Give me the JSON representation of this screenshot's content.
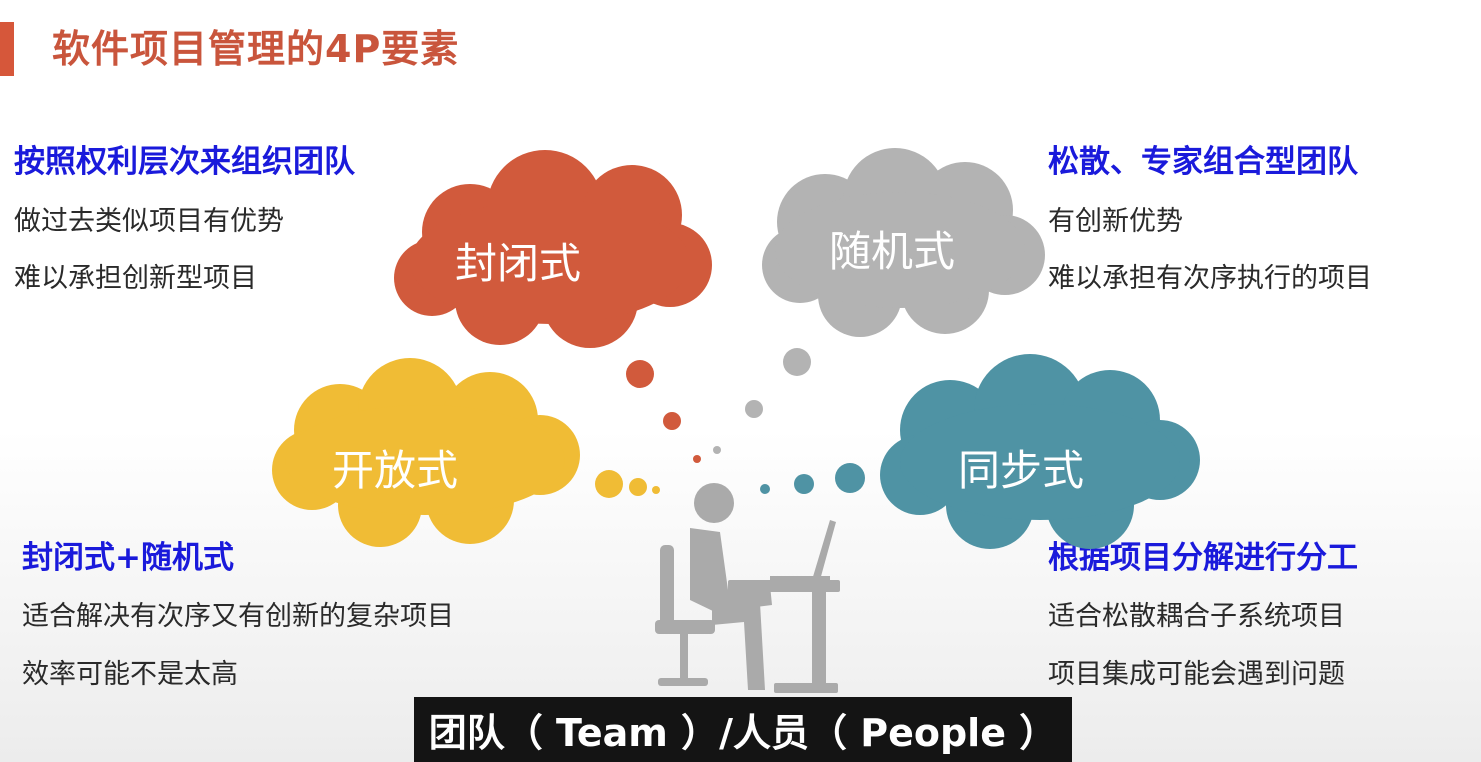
{
  "title": "软件项目管理的4P要素",
  "clouds": {
    "closed": {
      "label": "封闭式",
      "color": "#d15a3c"
    },
    "random": {
      "label": "随机式",
      "color": "#b3b3b3"
    },
    "open": {
      "label": "开放式",
      "color": "#f0bc35"
    },
    "sync": {
      "label": "同步式",
      "color": "#4f93a4"
    }
  },
  "top_left": {
    "heading": "按照权利层次来组织团队",
    "lines": [
      "做过去类似项目有优势",
      "难以承担创新型项目"
    ]
  },
  "top_right": {
    "heading": "松散、专家组合型团队",
    "lines": [
      "有创新优势",
      "难以承担有次序执行的项目"
    ]
  },
  "bottom_left": {
    "heading": "封闭式+随机式",
    "lines": [
      "适合解决有次序又有创新的复杂项目",
      "效率可能不是太高"
    ]
  },
  "bottom_right": {
    "heading": "根据项目分解进行分工",
    "lines": [
      "适合松散耦合子系统项目",
      "项目集成可能会遇到问题"
    ]
  },
  "subtitle": "团队（ Team ）/人员（ People ）",
  "colors": {
    "title": "#c9553c",
    "heading": "#1a1adb",
    "accent_bar": "#d6573a"
  }
}
